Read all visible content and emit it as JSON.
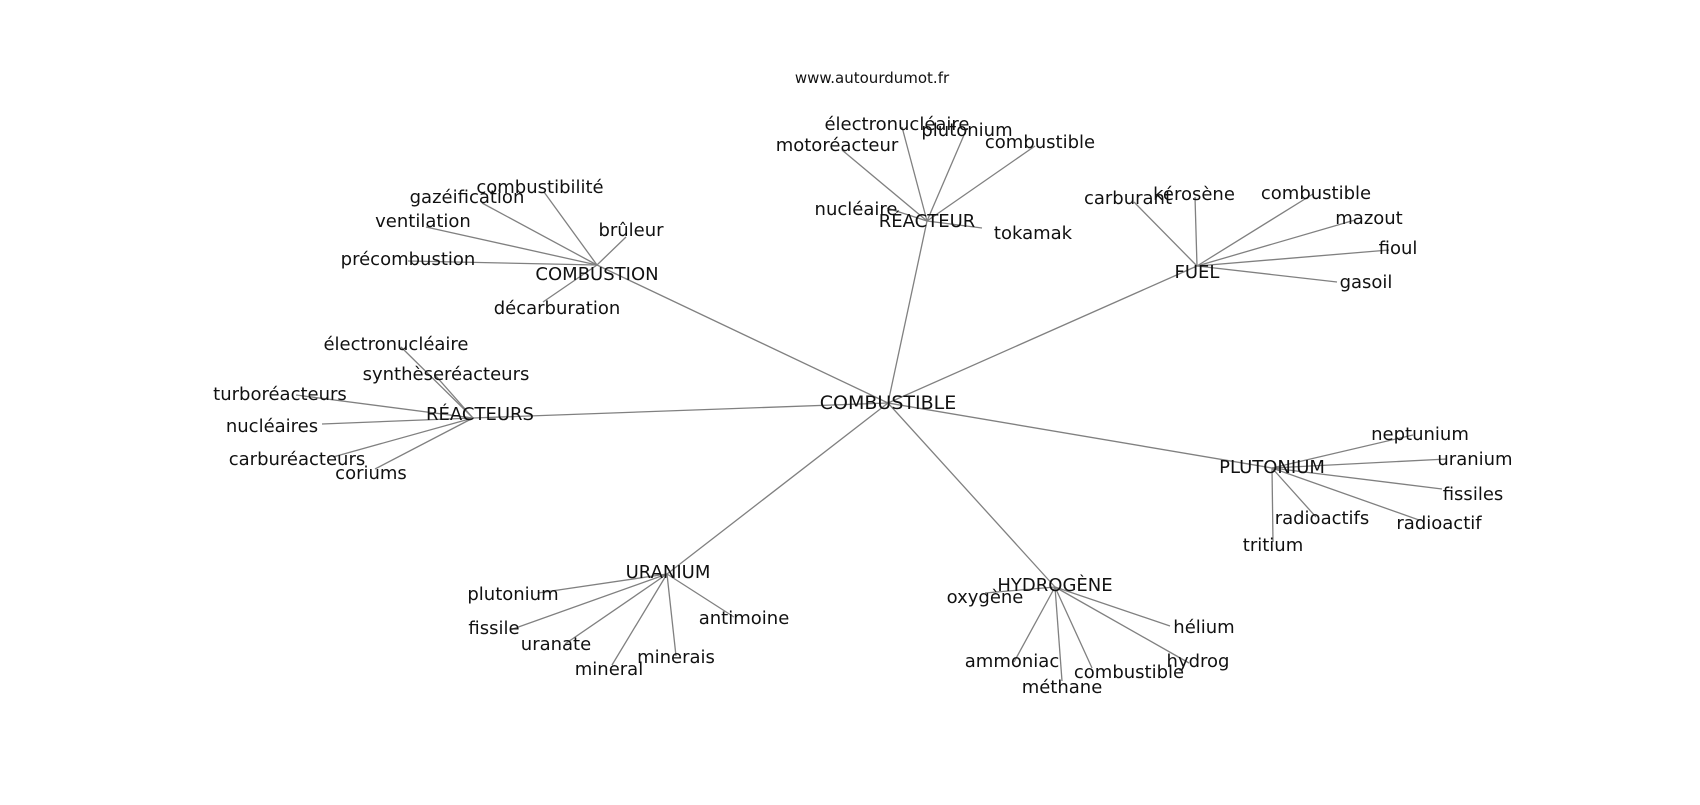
{
  "source": "www.autourdumot.fr",
  "center": "COMBUSTIBLE",
  "edge_color": "#808080",
  "text_color": "#111111",
  "clusters": [
    {
      "hub": "RÉACTEUR",
      "words": [
        "électronucléaire",
        "plutonium",
        "motoréacteur",
        "combustible",
        "nucléaire",
        "tokamak"
      ]
    },
    {
      "hub": "FUEL",
      "words": [
        "carburant",
        "kérosène",
        "combustible",
        "mazout",
        "fioul",
        "gasoil"
      ]
    },
    {
      "hub": "COMBUSTION",
      "words": [
        "combustibilité",
        "gazéification",
        "brûleur",
        "ventilation",
        "précombustion",
        "décarburation"
      ]
    },
    {
      "hub": "RÉACTEURS",
      "words": [
        "électronucléaire",
        "synthèseréacteurs",
        "turboréacteurs",
        "nucléaires",
        "carburéacteurs",
        "coriums"
      ]
    },
    {
      "hub": "PLUTONIUM",
      "words": [
        "neptunium",
        "uranium",
        "fissiles",
        "radioactifs",
        "radioactif",
        "tritium"
      ]
    },
    {
      "hub": "URANIUM",
      "words": [
        "plutonium",
        "antimoine",
        "fissile",
        "uranate",
        "minerais",
        "mineral"
      ]
    },
    {
      "hub": "HYDROGÈNE",
      "words": [
        "oxygène",
        "hélium",
        "ammoniac",
        "hydrog",
        "combustible",
        "méthane"
      ]
    }
  ]
}
